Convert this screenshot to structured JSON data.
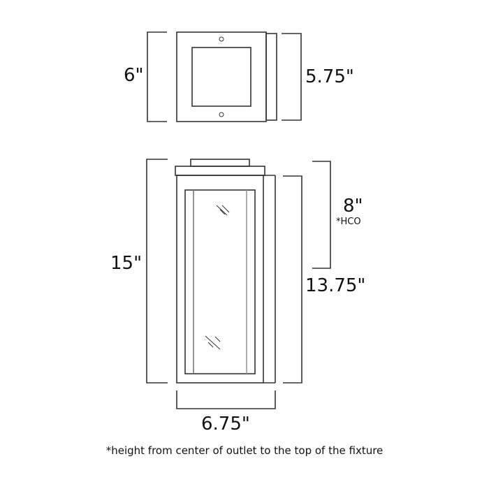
{
  "top_view": {
    "left_dimension": "6\"",
    "right_dimension": "5.75\""
  },
  "front_view": {
    "height_dimension": "15\"",
    "hco_dimension": "8\"",
    "hco_label": "*HCO",
    "depth_dimension": "13.75\"",
    "width_dimension": "6.75\""
  },
  "footnote": "*height from center of outlet to the top of the fixture",
  "colors": {
    "line": "#333333",
    "background": "#ffffff"
  }
}
